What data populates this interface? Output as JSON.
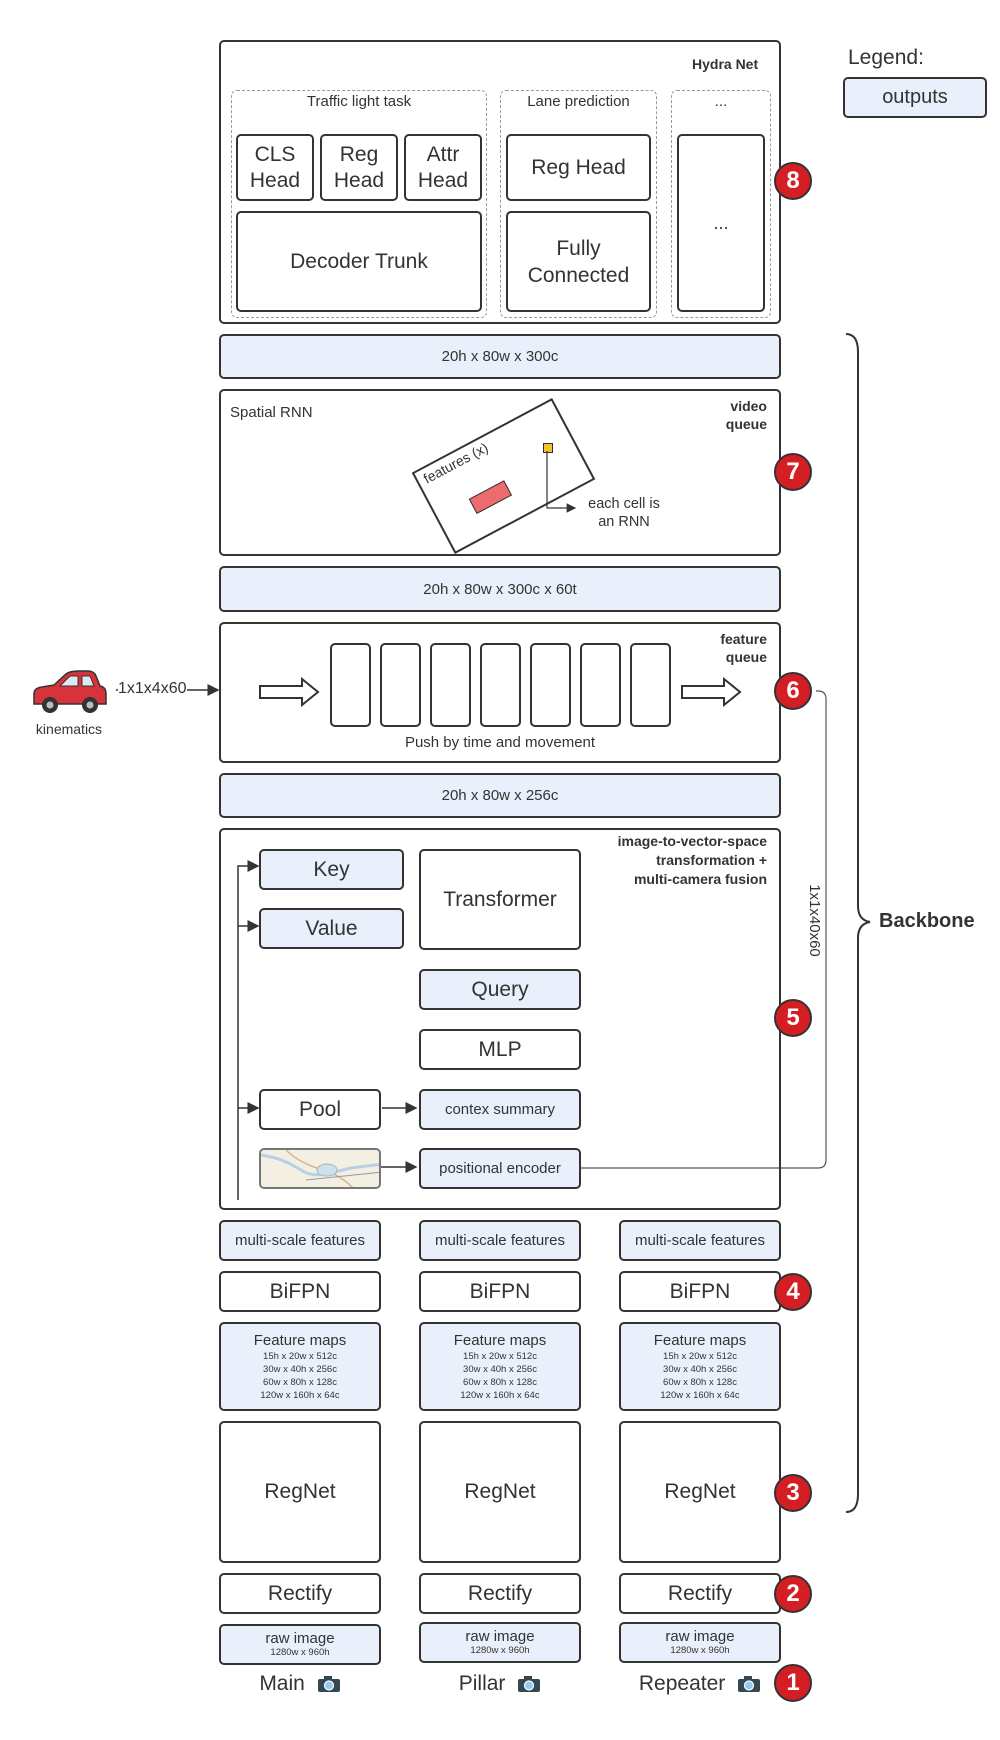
{
  "legend": {
    "title": "Legend:",
    "outputs": "outputs"
  },
  "hydra": {
    "title": "Hydra Net",
    "traffic_task": "Traffic light task",
    "cls_head": "CLS\nHead",
    "reg_head_small": "Reg\nHead",
    "attr_head": "Attr\nHead",
    "decoder_trunk": "Decoder Trunk",
    "lane_prediction": "Lane prediction",
    "reg_head": "Reg Head",
    "fully_connected": "Fully\nConnected",
    "more_title": "...",
    "more_box": "..."
  },
  "tensors": {
    "t8": "20h x 80w x 300c",
    "t7": "20h x 80w x 300c x 60t",
    "t6": "20h x 80w x 256c"
  },
  "spatial_rnn": {
    "title": "Spatial RNN",
    "queue_label": "video\nqueue",
    "features": "features (x)",
    "cell_note": "each cell is\nan RNN"
  },
  "feature_queue": {
    "label": "feature\nqueue",
    "caption": "Push by time and movement"
  },
  "kinematics": {
    "label": "kinematics",
    "dims": "1x1x4x60"
  },
  "fusion": {
    "title": "image-to-vector-space\ntransformation +\nmulti-camera fusion",
    "key": "Key",
    "value": "Value",
    "transformer": "Transformer",
    "query": "Query",
    "mlp": "MLP",
    "pool": "Pool",
    "context_summary": "contex summary",
    "positional_encoder": "positional encoder",
    "side_dims": "1x1x40x60"
  },
  "backbone_label": "Backbone",
  "columns": [
    {
      "multi_scale": "multi-scale features",
      "bifpn": "BiFPN",
      "feature_maps_title": "Feature maps",
      "feature_maps": [
        "15h x 20w x 512c",
        "30w x 40h x 256c",
        "60w x 80h x 128c",
        "120w x 160h x 64c"
      ],
      "regnet": "RegNet",
      "rectify": "Rectify",
      "raw_image": "raw image",
      "raw_size": "1280w x 960h",
      "camera": "Main"
    },
    {
      "multi_scale": "multi-scale features",
      "bifpn": "BiFPN",
      "feature_maps_title": "Feature maps",
      "feature_maps": [
        "15h x 20w x 512c",
        "30w x 40h x 256c",
        "60w x 80h x 128c",
        "120w x 160h x 64c"
      ],
      "regnet": "RegNet",
      "rectify": "Rectify",
      "raw_image": "raw image",
      "raw_size": "1280w x 960h",
      "camera": "Pillar"
    },
    {
      "multi_scale": "multi-scale features",
      "bifpn": "BiFPN",
      "feature_maps_title": "Feature maps",
      "feature_maps": [
        "15h x 20w x 512c",
        "30w x 40h x 256c",
        "60w x 80h x 128c",
        "120w x 160h x 64c"
      ],
      "regnet": "RegNet",
      "rectify": "Rectify",
      "raw_image": "raw image",
      "raw_size": "1280w x 960h",
      "camera": "Repeater"
    }
  ],
  "badges": [
    "1",
    "2",
    "3",
    "4",
    "5",
    "6",
    "7",
    "8"
  ],
  "colors": {
    "output_fill": "#e9f0fb",
    "badge": "#d51e24",
    "stroke": "#333333",
    "car": "#d7333b"
  },
  "icons": {
    "camera": "camera-icon",
    "car": "car-icon",
    "arrow": "hollow-arrow-icon"
  }
}
